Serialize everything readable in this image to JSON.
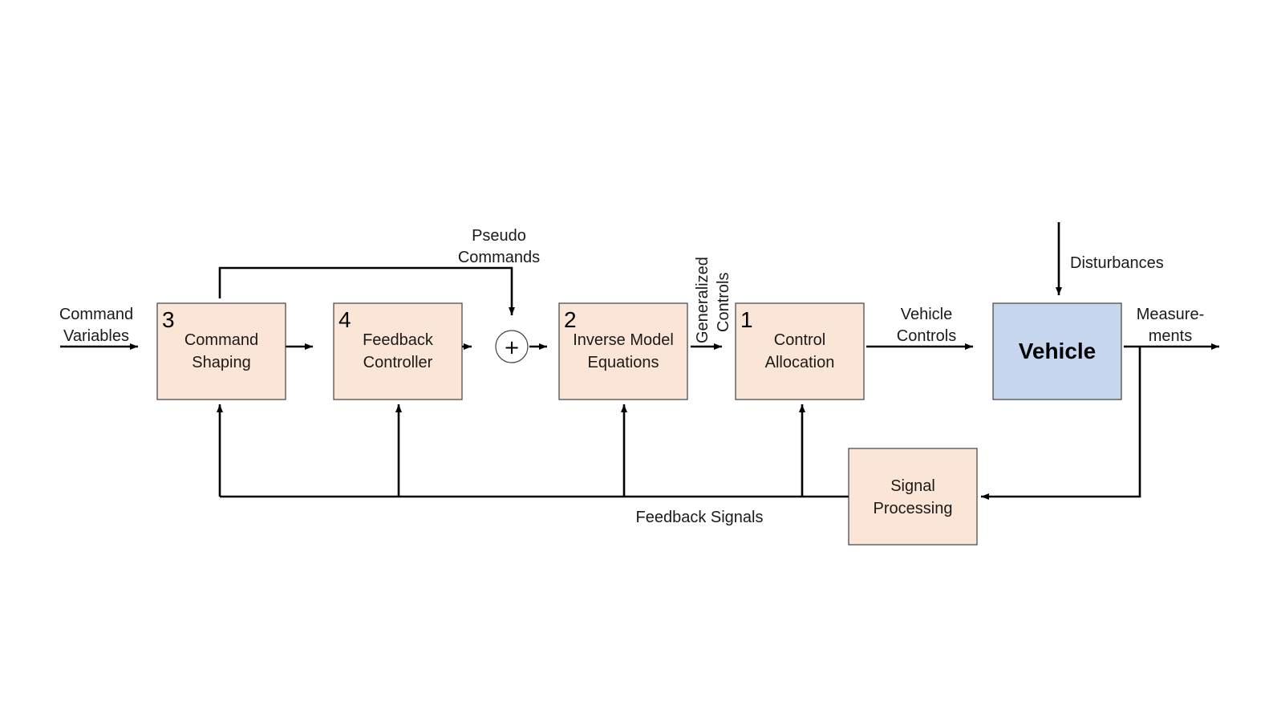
{
  "blocks": {
    "command_shaping": {
      "number": "3",
      "line1": "Command",
      "line2": "Shaping"
    },
    "feedback_controller": {
      "number": "4",
      "line1": "Feedback",
      "line2": "Controller"
    },
    "inverse_model": {
      "number": "2",
      "line1": "Inverse Model",
      "line2": "Equations"
    },
    "control_allocation": {
      "number": "1",
      "line1": "Control",
      "line2": "Allocation"
    },
    "vehicle": {
      "label": "Vehicle"
    },
    "signal_processing": {
      "line1": "Signal",
      "line2": "Processing"
    }
  },
  "summing_junction": {
    "symbol": "+"
  },
  "signals": {
    "command_variables": {
      "line1": "Command",
      "line2": "Variables"
    },
    "pseudo_commands": {
      "line1": "Pseudo",
      "line2": "Commands"
    },
    "generalized_controls": {
      "line1": "Generalized",
      "line2": "Controls"
    },
    "vehicle_controls": {
      "line1": "Vehicle",
      "line2": "Controls"
    },
    "disturbances": {
      "label": "Disturbances"
    },
    "measurements": {
      "line1": "Measure-",
      "line2": "ments"
    },
    "feedback_signals": {
      "label": "Feedback Signals"
    }
  },
  "colors": {
    "block_fill": "#fbe5d6",
    "vehicle_fill": "#c5d6ee",
    "line": "#000000"
  }
}
